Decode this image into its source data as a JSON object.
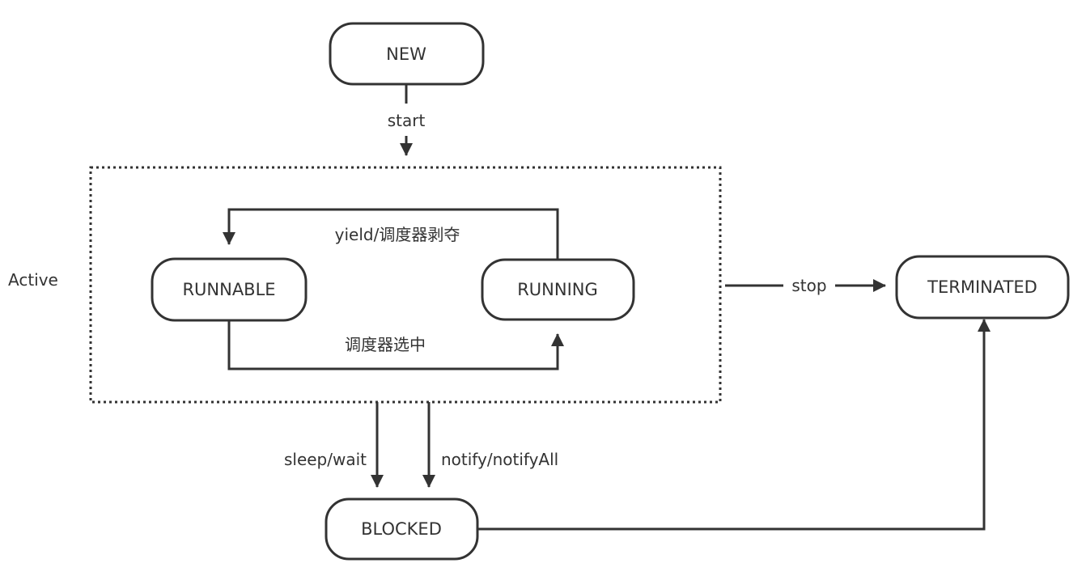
{
  "states": {
    "new": "NEW",
    "runnable": "RUNNABLE",
    "running": "RUNNING",
    "blocked": "BLOCKED",
    "terminated": "TERMINATED"
  },
  "region": {
    "label": "Active"
  },
  "transitions": {
    "start": "start",
    "yield": "yield/调度器剥夺",
    "select": "调度器选中",
    "stop": "stop",
    "sleep": "sleep/wait",
    "notify": "notify/notifyAll"
  },
  "colors": {
    "stroke": "#333333",
    "text": "#333333",
    "background": "#ffffff"
  }
}
